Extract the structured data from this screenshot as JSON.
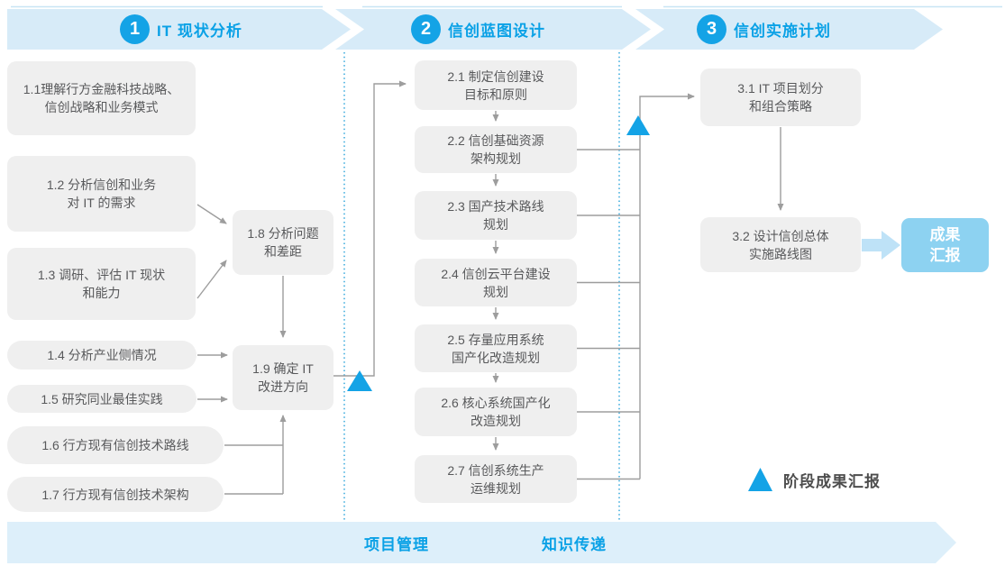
{
  "header": {
    "phases": [
      {
        "number": "1",
        "title": "IT 现状分析"
      },
      {
        "number": "2",
        "title": "信创蓝图设计"
      },
      {
        "number": "3",
        "title": "信创实施计划"
      }
    ]
  },
  "phase1": {
    "boxes": [
      {
        "id": "1.1",
        "label": "1.1理解行方金融科技战略、\n信创战略和业务模式"
      },
      {
        "id": "1.2",
        "label": "1.2 分析信创和业务\n对 IT 的需求"
      },
      {
        "id": "1.3",
        "label": "1.3 调研、评估 IT 现状\n和能力"
      },
      {
        "id": "1.4",
        "label": "1.4 分析产业侧情况"
      },
      {
        "id": "1.5",
        "label": "1.5 研究同业最佳实践"
      },
      {
        "id": "1.6",
        "label": "1.6 行方现有信创技术路线"
      },
      {
        "id": "1.7",
        "label": "1.7 行方现有信创技术架构"
      },
      {
        "id": "1.8",
        "label": "1.8 分析问题\n和差距"
      },
      {
        "id": "1.9",
        "label": "1.9 确定 IT\n改进方向"
      }
    ]
  },
  "phase2": {
    "boxes": [
      {
        "id": "2.1",
        "label": "2.1 制定信创建设\n目标和原则"
      },
      {
        "id": "2.2",
        "label": "2.2 信创基础资源\n架构规划"
      },
      {
        "id": "2.3",
        "label": "2.3 国产技术路线\n规划"
      },
      {
        "id": "2.4",
        "label": "2.4 信创云平台建设\n规划"
      },
      {
        "id": "2.5",
        "label": "2.5 存量应用系统\n国产化改造规划"
      },
      {
        "id": "2.6",
        "label": "2.6 核心系统国产化\n改造规划"
      },
      {
        "id": "2.7",
        "label": "2.7 信创系统生产\n运维规划"
      }
    ]
  },
  "phase3": {
    "boxes": [
      {
        "id": "3.1",
        "label": "3.1 IT 项目划分\n和组合策略"
      },
      {
        "id": "3.2",
        "label": "3.2 设计信创总体\n实施路线图"
      }
    ]
  },
  "deliverable": {
    "label": "成果\n汇报"
  },
  "legend": {
    "label": "阶段成果汇报"
  },
  "footer": {
    "labels": [
      "项目管理",
      "知识传递"
    ]
  },
  "colors": {
    "banner_fill": "#D7EBF8",
    "accent_blue": "#14A3E6",
    "title_blue": "#0AA1E6",
    "box_gray": "#EFEFEF",
    "box_text": "#58595B",
    "wire_gray": "#9D9D9D",
    "dotted_blue": "#33A7DC",
    "deliverable_fill": "#8DD2F1",
    "thick_arrow_fill": "#BEE2F7"
  }
}
